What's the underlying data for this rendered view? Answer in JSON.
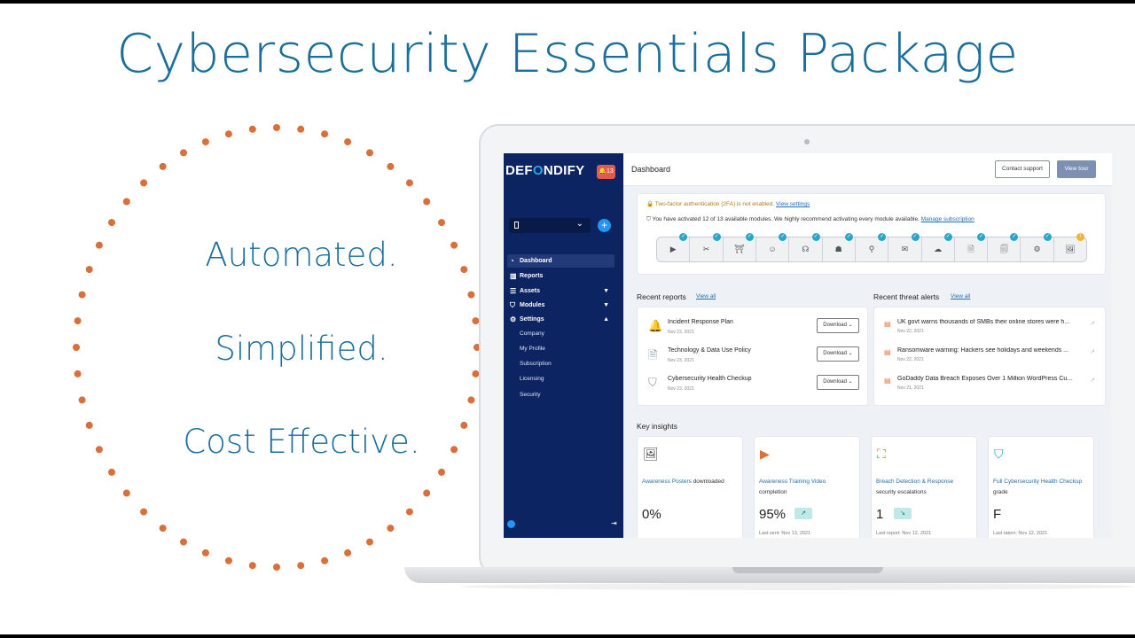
{
  "slide": {
    "title": "Cybersecurity Essentials Package",
    "taglines": [
      "Automated.",
      "Simplified.",
      "Cost Effective."
    ]
  },
  "app": {
    "logo": {
      "part1": "DEF",
      "part2": "O",
      "part3": "NDIFY"
    },
    "notification_count": "13",
    "add_icon": "+",
    "nav": [
      {
        "label": "Dashboard",
        "icon": "dashboard-icon",
        "active": true
      },
      {
        "label": "Reports",
        "icon": "reports-icon"
      },
      {
        "label": "Assets",
        "icon": "assets-icon"
      },
      {
        "label": "Modules",
        "icon": "shield-icon"
      },
      {
        "label": "Settings",
        "icon": "gear-icon"
      }
    ],
    "settings_sub": [
      "Company",
      "My Profile",
      "Subscription",
      "Licensing",
      "Security"
    ],
    "header": {
      "title": "Dashboard",
      "contact_support": "Contact support",
      "view_tour": "View tour"
    },
    "alerts": {
      "twofa_text": "Two-factor authentication (2FA) is not enabled.",
      "twofa_link": "View settings",
      "modules_text": "You have activated 12 of 13 available modules. We highly recommend activating every module available.",
      "modules_link": "Manage subscription"
    },
    "modules_count": 13,
    "recent_reports": {
      "title": "Recent reports",
      "view_all": "View all",
      "items": [
        {
          "title": "Incident Response Plan",
          "date": "Nov 23, 2021",
          "action": "Download"
        },
        {
          "title": "Technology & Data Use Policy",
          "date": "Nov 23, 2021",
          "action": "Download"
        },
        {
          "title": "Cybersecurity Health Checkup",
          "date": "Nov 23, 2021",
          "action": "Download"
        }
      ]
    },
    "threat_alerts": {
      "title": "Recent threat alerts",
      "view_all": "View all",
      "items": [
        {
          "title": "UK govt warns thousands of SMBs their online stores were h...",
          "date": "Nov 22, 2021"
        },
        {
          "title": "Ransomware warning: Hackers see holidays and weekends ...",
          "date": "Nov 22, 2021"
        },
        {
          "title": "GoDaddy Data Breach Exposes Over 1 Million WordPress Cu...",
          "date": "Nov 21, 2021"
        }
      ]
    },
    "key_insights": {
      "title": "Key insights",
      "cards": [
        {
          "link": "Awareness Posters",
          "text": " downloaded",
          "value": "0%",
          "sub": ""
        },
        {
          "link": "Awareness Training Video",
          "text": "completion",
          "value": "95%",
          "trend": "↗",
          "sub": "Last sent: Nov 13, 2021"
        },
        {
          "link": "Breach Detection & Response",
          "text": "security escalations",
          "value": "1",
          "trend": "↘",
          "sub": "Last report: Nov 12, 2021"
        },
        {
          "link": "Full Cybersecurity Health Checkup",
          "text": " grade",
          "value": "F",
          "sub": "Last taken: Nov 12, 2021"
        }
      ]
    }
  },
  "colors": {
    "title_blue": "#1a6e9a",
    "dot_orange": "#d9703a",
    "sidebar_navy": "#0c2461",
    "link_blue": "#1f6fb2"
  }
}
